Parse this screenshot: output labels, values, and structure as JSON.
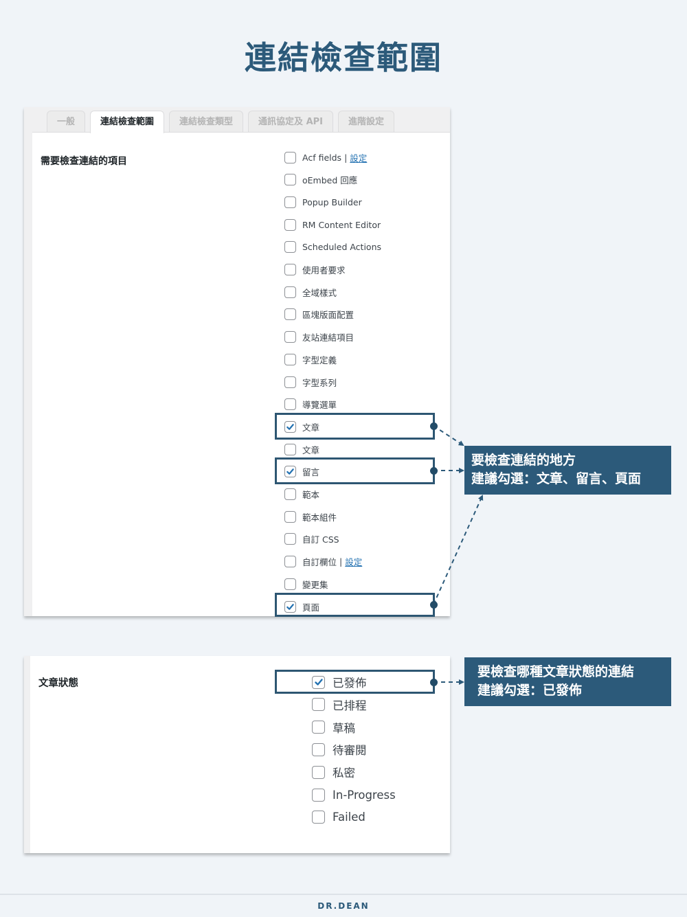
{
  "page": {
    "title": "連結檢查範圍"
  },
  "tabs": [
    {
      "label": "一般",
      "active": false
    },
    {
      "label": "連結檢查範圍",
      "active": true
    },
    {
      "label": "連結檢查類型",
      "active": false
    },
    {
      "label": "通訊協定及 API",
      "active": false
    },
    {
      "label": "進階設定",
      "active": false
    }
  ],
  "scope_section": {
    "label": "需要檢查連結的項目",
    "items": [
      {
        "label": "Acf fields",
        "checked": false,
        "link": "設定"
      },
      {
        "label": "oEmbed 回應",
        "checked": false
      },
      {
        "label": "Popup Builder",
        "checked": false
      },
      {
        "label": "RM Content Editor",
        "checked": false
      },
      {
        "label": "Scheduled Actions",
        "checked": false
      },
      {
        "label": "使用者要求",
        "checked": false
      },
      {
        "label": "全域樣式",
        "checked": false
      },
      {
        "label": "區塊版面配置",
        "checked": false
      },
      {
        "label": "友站連結項目",
        "checked": false
      },
      {
        "label": "字型定義",
        "checked": false
      },
      {
        "label": "字型系列",
        "checked": false
      },
      {
        "label": "導覽選單",
        "checked": false
      },
      {
        "label": "文章",
        "checked": true,
        "highlighted": true
      },
      {
        "label": "文章",
        "checked": false
      },
      {
        "label": "留言",
        "checked": true,
        "highlighted": true
      },
      {
        "label": "範本",
        "checked": false
      },
      {
        "label": "範本組件",
        "checked": false
      },
      {
        "label": "自訂 CSS",
        "checked": false
      },
      {
        "label": "自訂欄位",
        "checked": false,
        "link": "設定"
      },
      {
        "label": "變更集",
        "checked": false
      },
      {
        "label": "頁面",
        "checked": true,
        "highlighted": true
      }
    ],
    "separator": "|"
  },
  "callout1": {
    "line1": "要檢查連結的地方",
    "line2": "建議勾選：文章、留言、頁面"
  },
  "status_section": {
    "label": "文章狀態",
    "items": [
      {
        "label": "已發佈",
        "checked": true,
        "highlighted": true
      },
      {
        "label": "已排程",
        "checked": false
      },
      {
        "label": "草稿",
        "checked": false
      },
      {
        "label": "待審閱",
        "checked": false
      },
      {
        "label": "私密",
        "checked": false
      },
      {
        "label": "In-Progress",
        "checked": false
      },
      {
        "label": "Failed",
        "checked": false
      }
    ]
  },
  "callout2": {
    "line1": "要檢查哪種文章狀態的連結",
    "line2": "建議勾選：已發佈"
  },
  "footer": {
    "logo": "DR.DEAN"
  },
  "colors": {
    "accent": "#2c5a7a",
    "highlight_border": "#2d5672",
    "checkmark": "#2271b1",
    "link": "#2271b1",
    "background": "#f0f4f8"
  }
}
